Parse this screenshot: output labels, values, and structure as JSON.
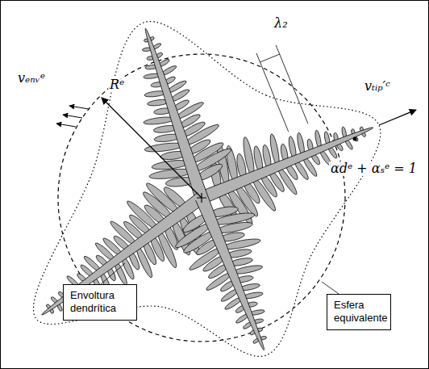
{
  "diagram": {
    "nodes": [
      {
        "text": [
          "Esfera equivalente"
        ]
      },
      {
        "text": [
          "Envoltura dendrítica"
        ]
      }
    ],
    "labels": [
      "λ₂",
      "vₜᵢₚ′ᶜ",
      "Rᵉ",
      "vₑₙᵥᵉ",
      "αdᵉ + αₛᵉ = 1"
    ]
  }
}
